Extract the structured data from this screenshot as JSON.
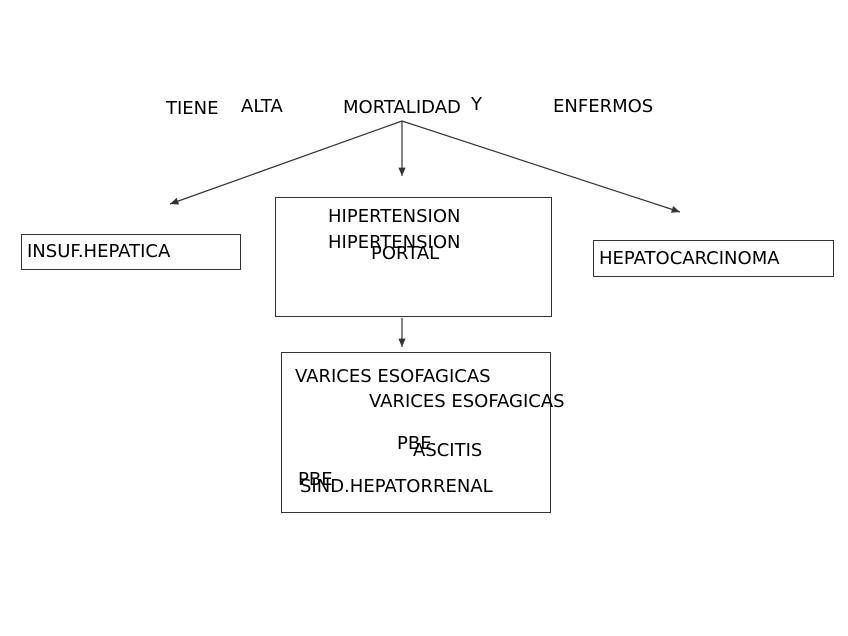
{
  "top": {
    "tiene": "TIENE",
    "alta": "ALTA",
    "mortalidad": "MORTALIDAD",
    "y": "Y",
    "enfermos": "ENFERMOS"
  },
  "left_box": {
    "label": "INSUF.HEPATICA"
  },
  "center_box": {
    "line1": "HIPERTENSION",
    "line2": "HIPERTENSION",
    "line3": "PORTAL"
  },
  "right_box": {
    "label": "HEPATOCARCINOMA"
  },
  "bottom_box": {
    "varices1": "VARICES ESOFAGICAS",
    "varices2": "VARICES ESOFAGICAS",
    "pbe1": "PBE",
    "ascitis": "ASCITIS",
    "pbe2": "PBE",
    "sind": "SIND.HEPATORRENAL"
  },
  "colors": {
    "line": "#333333",
    "text": "#000000"
  }
}
